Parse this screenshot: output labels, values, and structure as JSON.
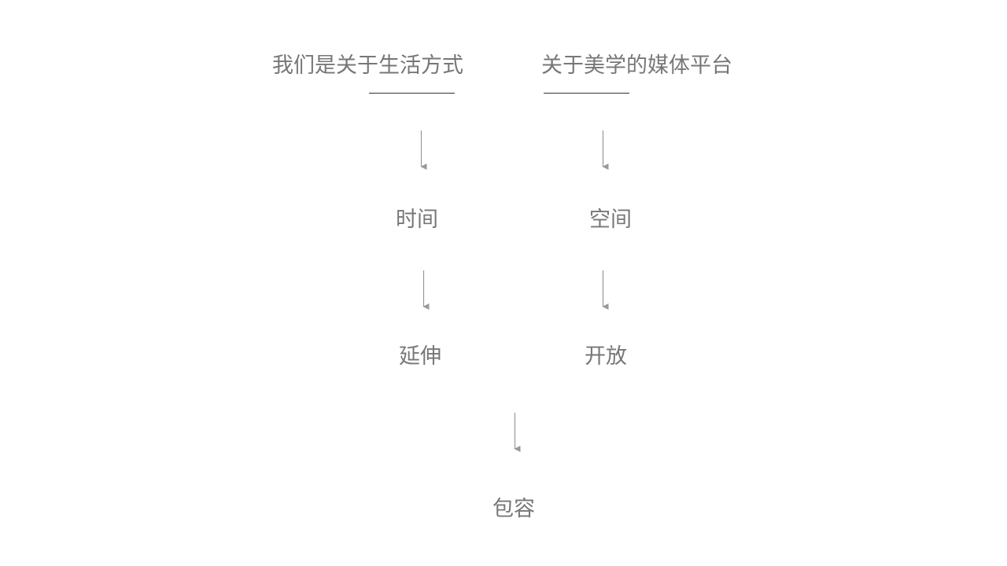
{
  "headings": {
    "left": "我们是关于生活方式",
    "right": "关于美学的媒体平台"
  },
  "nodes": {
    "time": "时间",
    "space": "空间",
    "extension": "延伸",
    "openness": "开放",
    "inclusion": "包容"
  },
  "colors": {
    "text": "#777777",
    "arrow": "#999999",
    "rule": "#333333"
  }
}
